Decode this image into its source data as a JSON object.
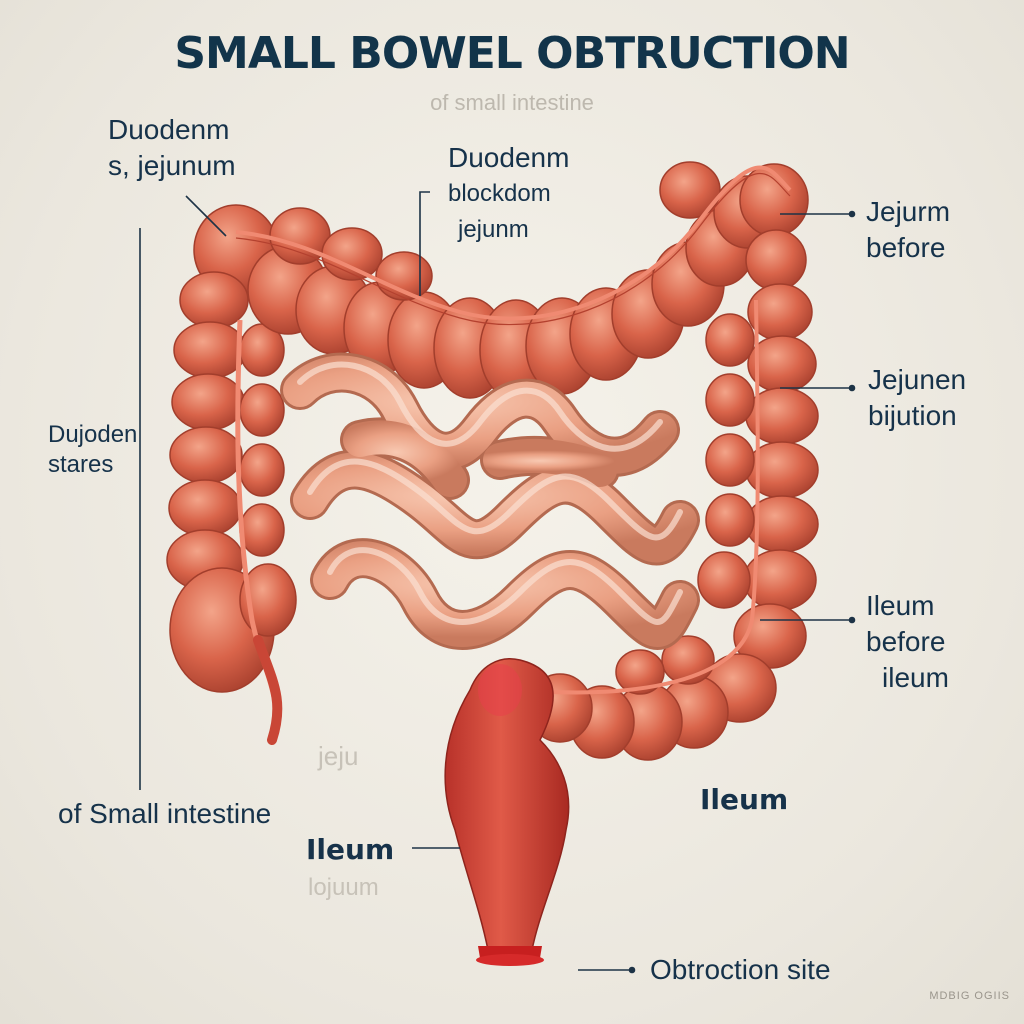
{
  "title": "SMALL BOWEL OBTRUCTION",
  "subtitle": "of small intestine",
  "labels": {
    "top_left": [
      "Duodenm",
      "s, jejunum"
    ],
    "top_center": [
      "Duodenm",
      "blockdom",
      "jejunm"
    ],
    "right_upper": [
      "Jejurm",
      "before"
    ],
    "left_middle": [
      "Dujoden",
      "stares"
    ],
    "right_middle": [
      "Jejunen",
      "bijution"
    ],
    "right_lower": [
      "Ileum",
      "before",
      "ileum"
    ],
    "center_faint": "jeju",
    "bottom_left": "of Small intestine",
    "bottom_right": "Ileum",
    "bottom_center_bold": "Ileum",
    "bottom_center_faint": "lojuum",
    "obstruction": "Obtroction site",
    "watermark": "MDBIG OGIIS"
  },
  "colors": {
    "title": "#12344a",
    "label": "#16324a",
    "bowel": "#d45a43",
    "bowel_light": "#e98c70",
    "small_intestine": "#eea78b",
    "obstruction": "#d62a2a",
    "background": "#efece4"
  }
}
